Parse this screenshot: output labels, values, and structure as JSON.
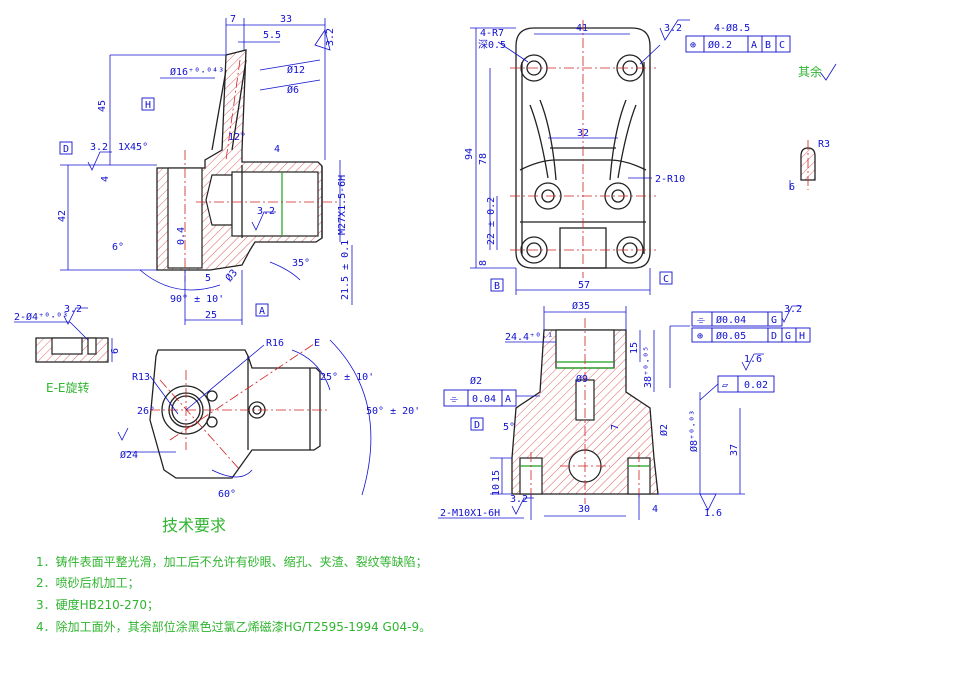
{
  "colors": {
    "dimension": "#1010d0",
    "outline": "#222222",
    "centerline": "#d02020",
    "notes": "#2fb52f",
    "hatch": "#d02020"
  },
  "view1": {
    "dims": [
      "7",
      "33",
      "5.5",
      "3.2",
      "Ø16⁺⁰·⁰⁴³",
      "Ø12",
      "Ø6",
      "45",
      "12°",
      "4",
      "1X45°",
      "3.2",
      "4",
      "42",
      "0.4",
      "3.2",
      "M27X1.5-6H",
      "6°",
      "35°",
      "Ø3",
      "5",
      "90° ± 10'",
      "25",
      "21.5 ± 0.1"
    ],
    "datums": [
      "H",
      "D",
      "A"
    ]
  },
  "view2": {
    "dims": [
      "4-R7",
      "深0.5",
      "41",
      "3.2",
      "32",
      "94",
      "78",
      "2-R10",
      "22 ± 0.2",
      "8",
      "57"
    ],
    "tolerance": {
      "count": "4-Ø8.5",
      "symbol": "⊕",
      "value": "Ø0.2",
      "refs": [
        "A",
        "B",
        "C"
      ]
    },
    "datums": [
      "B",
      "C"
    ],
    "rest_label": "其余"
  },
  "slot_detail": {
    "dims": [
      "R3",
      "6"
    ]
  },
  "section_ee": {
    "dims": [
      "2-Ø4⁺⁰·⁰³",
      "3.2",
      "6"
    ],
    "label": "E-E旋转",
    "cut_mark": "E"
  },
  "view4": {
    "dims": [
      "R16",
      "R13",
      "26°",
      "25° ± 10'",
      "50° ± 20'",
      "Ø24",
      "60°"
    ]
  },
  "view5": {
    "dims": [
      "Ø35",
      "24.4⁺⁰·¹",
      "15",
      "38⁺⁰·⁰⁵",
      "Ø9",
      "7",
      "Ø2",
      "Ø8⁺⁰·⁰³",
      "37",
      "5°",
      "15",
      "10",
      "30",
      "4",
      "2-M10X1-6H",
      "3.2",
      "1.6",
      "1.6",
      "3.2"
    ],
    "tolerances": [
      {
        "symbol": "⌯",
        "value": "Ø0.04",
        "refs": [
          "G"
        ]
      },
      {
        "symbol": "⊕",
        "value": "Ø0.05",
        "refs": [
          "D",
          "G",
          "H"
        ]
      },
      {
        "symbol": "▱",
        "value": "0.02",
        "refs": []
      },
      {
        "symbol": "⌯",
        "value": "0.04",
        "refs": [
          "A"
        ]
      }
    ],
    "datums": [
      "D"
    ],
    "ring_label": "Ø2"
  },
  "notes": {
    "title": "技术要求",
    "items": [
      "1．铸件表面平整光滑，加工后不允许有砂眼、缩孔、夹渣、裂纹等缺陷；",
      "2．喷砂后机加工；",
      "3．硬度HB210-270；",
      "4．除加工面外，其余部位涂黑色过氯乙烯磁漆HG/T2595-1994 G04-9。"
    ]
  }
}
